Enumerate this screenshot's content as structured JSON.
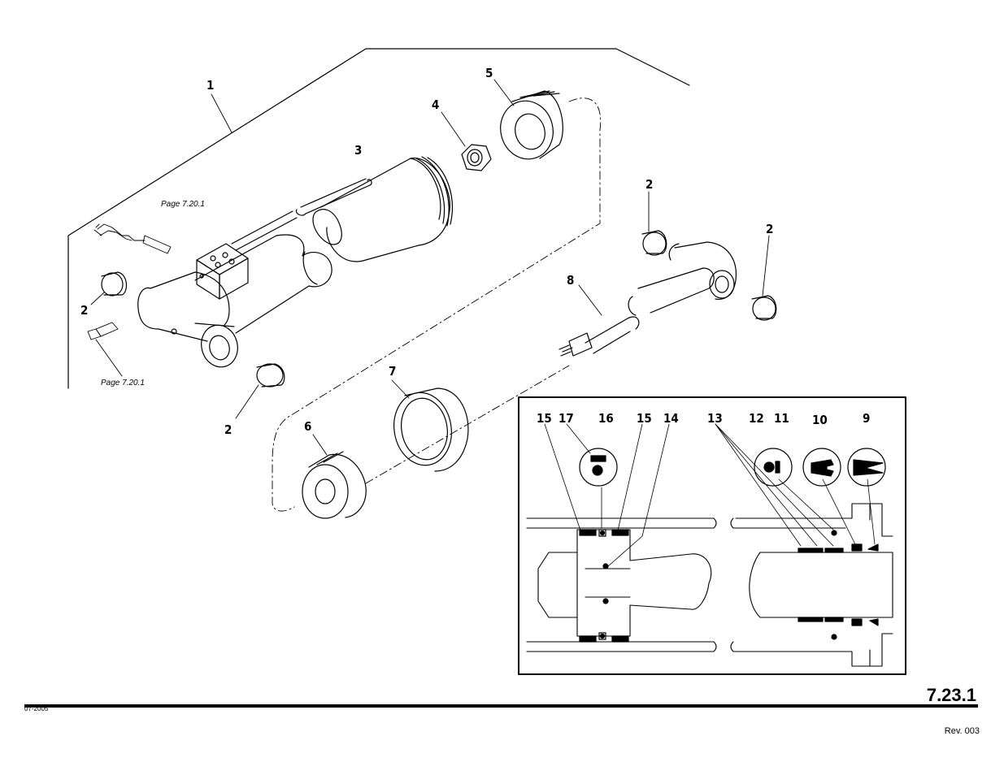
{
  "callouts": {
    "c1": "1",
    "c2a": "2",
    "c2b": "2",
    "c2c": "2",
    "c2d": "2",
    "c3": "3",
    "c4": "4",
    "c5": "5",
    "c6": "6",
    "c7": "7",
    "c8": "8",
    "c9": "9",
    "c10": "10",
    "c11": "11",
    "c12": "12",
    "c13": "13",
    "c14": "14",
    "c15a": "15",
    "c15b": "15",
    "c16": "16",
    "c17": "17"
  },
  "references": {
    "top": "Page 7.20.1",
    "bottom": "Page 7.20.1"
  },
  "footer": {
    "page_number": "7.23.1",
    "date": "07-2005",
    "revision": "Rev. 003"
  }
}
